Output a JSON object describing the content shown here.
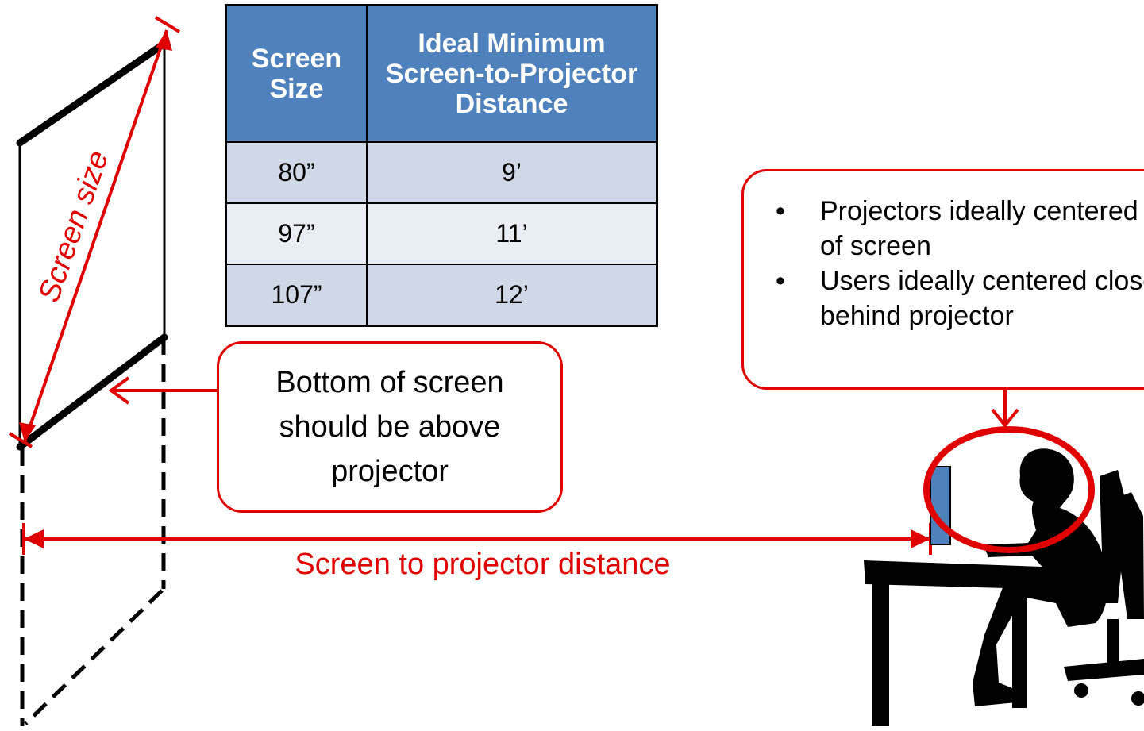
{
  "table": {
    "headers": [
      "Screen Size",
      "Ideal Minimum Screen-to-Projector Distance"
    ],
    "rows": [
      [
        "80”",
        "9’"
      ],
      [
        "97”",
        "11’"
      ],
      [
        "107”",
        "12’"
      ]
    ]
  },
  "labels": {
    "screen_size": "Screen size",
    "distance": "Screen to projector distance"
  },
  "callouts": {
    "bottom": "Bottom of screen should be above projector",
    "bullets": [
      "Projectors ideally centered in front of screen",
      "Users ideally centered close behind projector"
    ]
  },
  "colors": {
    "accent": "#e00000",
    "table_header": "#4f81bd",
    "row_dark": "#d0d8e8",
    "row_light": "#e9edf4",
    "projector": "#4f81bd"
  }
}
